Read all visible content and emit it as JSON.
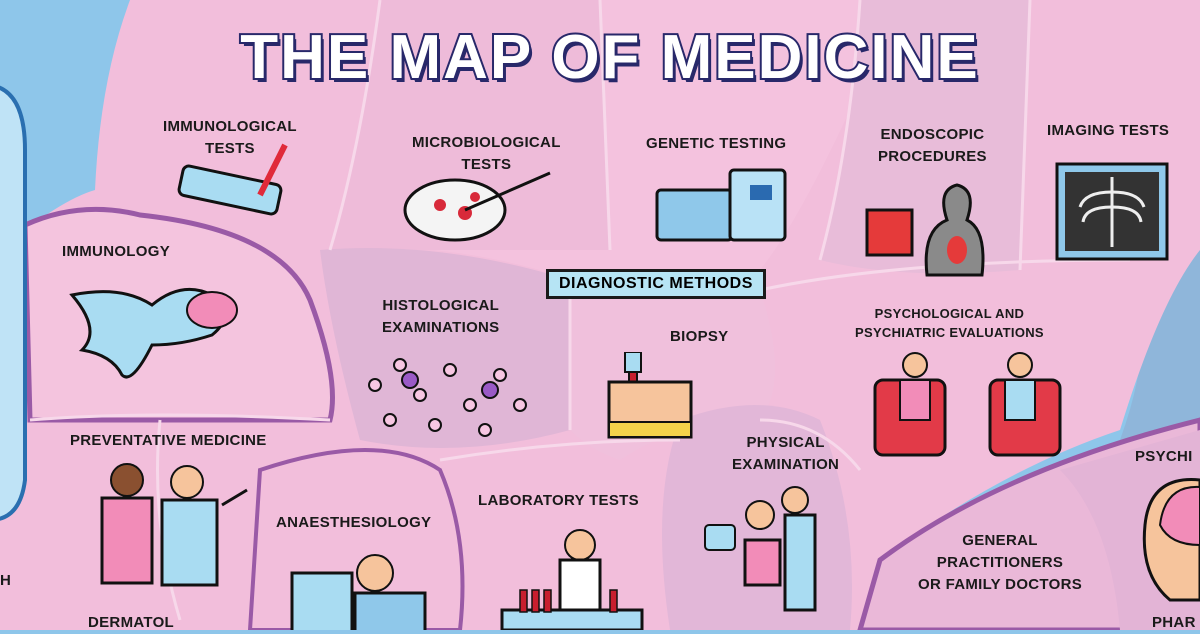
{
  "title": "THE MAP OF MEDICINE",
  "region_label": "DIAGNOSTIC METHODS",
  "areas": {
    "immunological_tests": [
      "IMMUNOLOGICAL",
      "TESTS"
    ],
    "microbiological_tests": [
      "MICROBIOLOGICAL",
      "TESTS"
    ],
    "genetic_testing": "GENETIC TESTING",
    "endoscopic_procedures": [
      "ENDOSCOPIC",
      "PROCEDURES"
    ],
    "imaging_tests": "IMAGING TESTS",
    "immunology": "IMMUNOLOGY",
    "histological_examinations": [
      "HISTOLOGICAL",
      "EXAMINATIONS"
    ],
    "biopsy": "BIOPSY",
    "psychological": [
      "PSYCHOLOGICAL AND",
      "PSYCHIATRIC EVALUATIONS"
    ],
    "preventative_medicine": "PREVENTATIVE MEDICINE",
    "anaesthesiology": "ANAESTHESIOLOGY",
    "laboratory_tests": "LABORATORY TESTS",
    "physical_examination": [
      "PHYSICAL",
      "EXAMINATION"
    ],
    "general_practitioners": [
      "GENERAL",
      "PRACTITIONERS",
      "OR FAMILY DOCTORS"
    ],
    "psychiatry_partial": "PSYCHI",
    "pharmacy_partial": "PHAR",
    "left_partial": "H",
    "dermatology_partial": "DERMATOL"
  },
  "colors": {
    "sea": "#8ec6ea",
    "land": "#f2bedb",
    "land_alt": "#e6b6d6",
    "border": "#9a5aa6",
    "badge": "#b6e4f4"
  }
}
